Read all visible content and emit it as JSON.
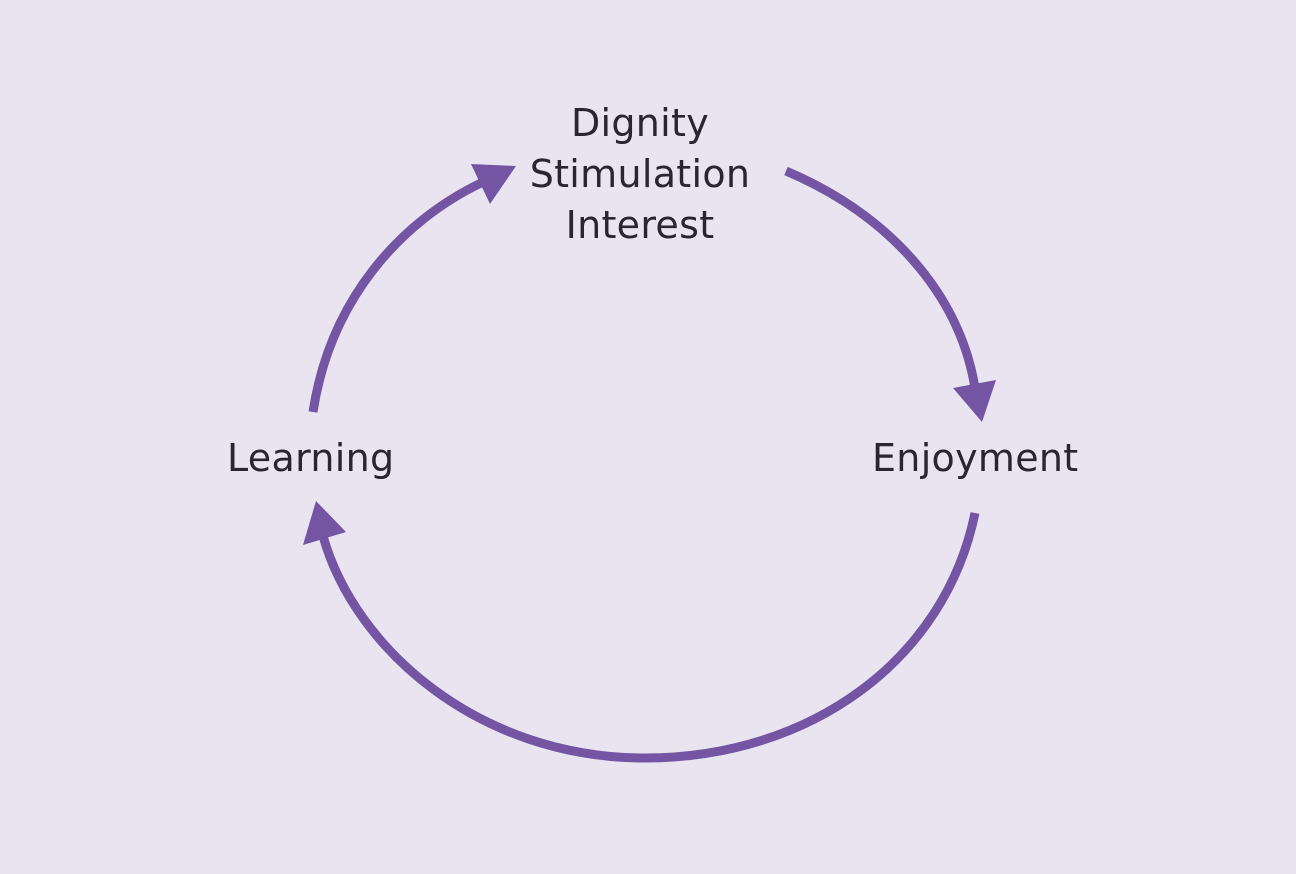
{
  "colors": {
    "background": "#e9e4f0",
    "arrow": "#7355a4",
    "text": "#2a2530"
  },
  "nodes": {
    "top": [
      "Dignity",
      "Stimulation",
      "Interest"
    ],
    "right": "Enjoyment",
    "left": "Learning"
  }
}
